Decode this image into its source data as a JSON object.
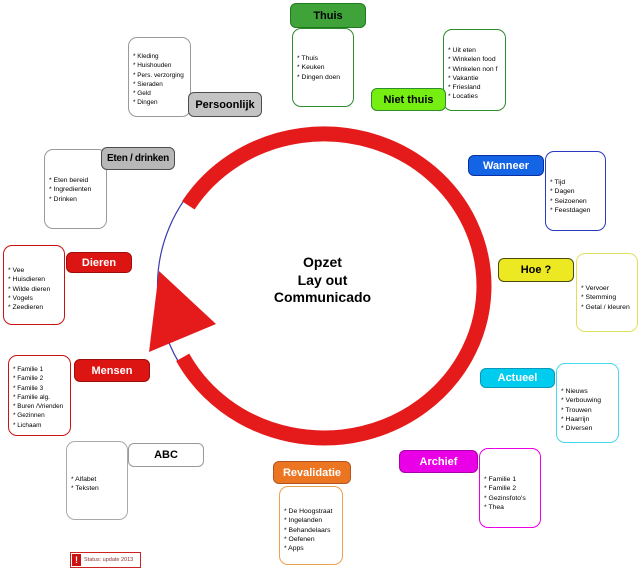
{
  "diagram": {
    "title_lines": [
      "Opzet",
      "Lay out",
      "Communicado"
    ],
    "ring_color": "#e51b1b",
    "outline_color": "#3a3ab0",
    "rotation_direction": "clockwise"
  },
  "categories": [
    {
      "label": "Thuis",
      "fill": "#3fa33a",
      "border": "#1f7a1f",
      "text_color": "#000000",
      "items": [
        "* Thuis",
        "* Keuken",
        "* Dingen doen"
      ]
    },
    {
      "label": "Niet thuis",
      "fill": "#76ee12",
      "border": "#2e8b2e",
      "text_color": "#000000",
      "items": [
        "* Uit eten",
        "* Winkelen food",
        "* Winkelen non f",
        "* Vakantie",
        "* Friesland",
        "* Locaties"
      ]
    },
    {
      "label": "Wanneer",
      "fill": "#1464e6",
      "border": "#0a2fa0",
      "text_color": "#ffffff",
      "items": [
        "* Tijd",
        "* Dagen",
        "* Seizoenen",
        "* Feestdagen"
      ]
    },
    {
      "label": "Hoe ?",
      "fill": "#ece821",
      "border": "#4a4a10",
      "text_color": "#000000",
      "items": [
        "* Vervoer",
        "* Stemming",
        "* Getal / kleuren"
      ]
    },
    {
      "label": "Actueel",
      "fill": "#00ccf0",
      "border": "#0898b8",
      "text_color": "#ffffff",
      "items": [
        "* Nieuws",
        "* Verbouwing",
        "* Trouwen",
        "* Haarrijn",
        "* Diversen"
      ]
    },
    {
      "label": "Archief",
      "fill": "#ea00e6",
      "border": "#a800a6",
      "text_color": "#ffffff",
      "items": [
        "* Familie 1",
        "* Familie 2",
        "* Gezinsfoto's",
        "* Thea"
      ]
    },
    {
      "label": "Revalidatie",
      "fill": "#ec7522",
      "border": "#b35420",
      "text_color": "#ffffff",
      "items": [
        "* De Hoogstraat",
        "* Ingelanden",
        "* Behandelaars",
        "* Oefenen",
        "* Apps"
      ]
    },
    {
      "label": "ABC",
      "fill": "#ffffff",
      "border": "#999999",
      "text_color": "#000000",
      "items": [
        "* Alfabet",
        "* Teksten"
      ]
    },
    {
      "label": "Mensen",
      "fill": "#dd1512",
      "border": "#9a0d0b",
      "text_color": "#ffffff",
      "items": [
        "* Familie 1",
        "* Familie 2",
        "* Familie 3",
        "* Familie alg.",
        "* Buren /Vrienden",
        "* Gezinnen",
        "* Lichaam"
      ]
    },
    {
      "label": "Dieren",
      "fill": "#dd1512",
      "border": "#9a0d0b",
      "text_color": "#ffffff",
      "items": [
        "* Vee",
        "* Huisdieren",
        "* Wilde dieren",
        "* Vogels",
        "* Zeedieren"
      ]
    },
    {
      "label": "Eten / drinken",
      "fill": "#b8b8b8",
      "border": "#4d4d4d",
      "text_color": "#000000",
      "items": [
        "* Eten bereid",
        "* Ingredienten",
        "* Drinken"
      ]
    },
    {
      "label": "Persoonlijk",
      "fill": "#c4c4c4",
      "border": "#4d4d4d",
      "text_color": "#000000",
      "items": [
        "* Kleding",
        "* Huishouden",
        "* Pers. verzorging",
        "* Sieraden",
        "* Geld",
        "* Dingen"
      ]
    }
  ],
  "status": {
    "icon_glyph": "!",
    "text": "Status: update 2013",
    "color": "#cc2222"
  }
}
